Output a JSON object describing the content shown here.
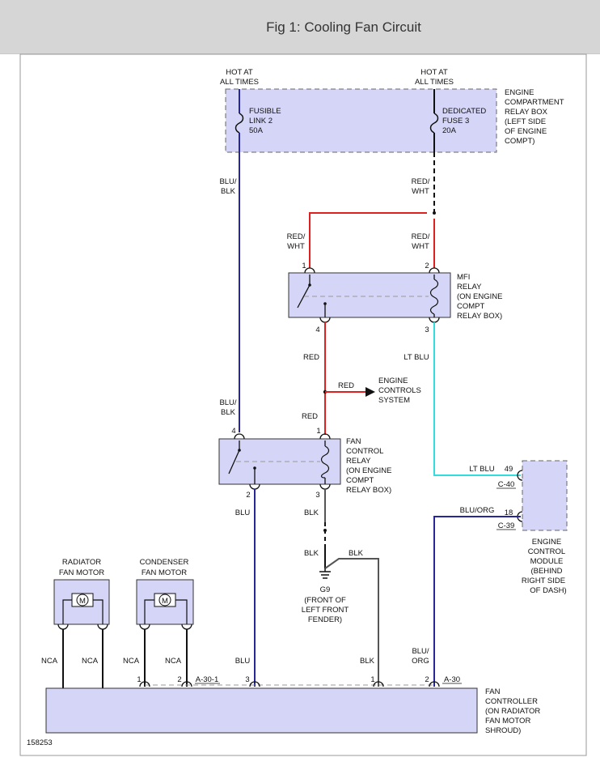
{
  "title": "Fig 1: Cooling Fan Circuit",
  "figure_number": "158253",
  "colors": {
    "box_fill": "#d5d5f7",
    "wire_red": "#e0201e",
    "wire_blue": "#27279a",
    "wire_ltblue": "#33dddd",
    "wire_gray": "#555555",
    "wire_black": "#111111"
  },
  "labels": {
    "hot_left_1": "HOT AT",
    "hot_left_2": "ALL TIMES",
    "hot_right_1": "HOT AT",
    "hot_right_2": "ALL TIMES",
    "relay_box": [
      "ENGINE",
      "COMPARTMENT",
      "RELAY BOX",
      "(LEFT SIDE",
      "OF ENGINE",
      "COMPT)"
    ],
    "fusible_link": [
      "FUSIBLE",
      "LINK 2",
      "50A"
    ],
    "fuse3": [
      "DEDICATED",
      "FUSE 3",
      "20A"
    ],
    "blu_blk_top": [
      "BLU/",
      "BLK"
    ],
    "red_wht_top": [
      "RED/",
      "WHT"
    ],
    "red_wht_left": [
      "RED/",
      "WHT"
    ],
    "red_wht_right": [
      "RED/",
      "WHT"
    ],
    "mfi_relay": [
      "MFI",
      "RELAY",
      "(ON ENGINE",
      "COMPT",
      "RELAY BOX)"
    ],
    "mfi_pin1": "1",
    "mfi_pin2": "2",
    "mfi_pin3": "3",
    "mfi_pin4": "4",
    "red_1": "RED",
    "red_arrow": "RED",
    "engine_controls": [
      "ENGINE",
      "CONTROLS",
      "SYSTEM"
    ],
    "red_2": "RED",
    "lt_blu_1": "LT BLU",
    "blu_blk_mid": [
      "BLU/",
      "BLK"
    ],
    "fan_relay": [
      "FAN",
      "CONTROL",
      "RELAY",
      "(ON ENGINE",
      "COMPT",
      "RELAY BOX)"
    ],
    "fan_pin4": "4",
    "fan_pin1": "1",
    "fan_pin2": "2",
    "fan_pin3": "3",
    "lt_blu_2": "LT BLU",
    "ecm_pin49": "49",
    "ecm_conn_c40": "C-40",
    "blu_org_1": "BLU/ORG",
    "ecm_pin18": "18",
    "ecm_conn_c39": "C-39",
    "ecm": [
      "ENGINE",
      "CONTROL",
      "MODULE",
      "(BEHIND",
      "RIGHT SIDE",
      "OF DASH)"
    ],
    "blu_1": "BLU",
    "blk_1": "BLK",
    "blk_2": "BLK",
    "blk_3": "BLK",
    "ground": "G9",
    "ground_loc": [
      "(FRONT OF",
      "LEFT FRONT",
      "FENDER)"
    ],
    "radiator_motor": [
      "RADIATOR",
      "FAN MOTOR"
    ],
    "condenser_motor": [
      "CONDENSER",
      "FAN MOTOR"
    ],
    "motor_symbol": "M",
    "nca": [
      "NCA",
      "NCA",
      "NCA",
      "NCA"
    ],
    "blu_2": "BLU",
    "blk_4": "BLK",
    "blu_org_2": [
      "BLU/",
      "ORG"
    ],
    "conn_a301_pin1": "1",
    "conn_a301_pin2": "2",
    "conn_a301": "A-30-1",
    "conn_a30_pin3": "3",
    "conn_a30_pin1": "1",
    "conn_a30_pin2": "2",
    "conn_a30": "A-30",
    "fan_controller": [
      "FAN",
      "CONTROLLER",
      "(ON RADIATOR",
      "FAN MOTOR",
      "SHROUD)"
    ]
  }
}
